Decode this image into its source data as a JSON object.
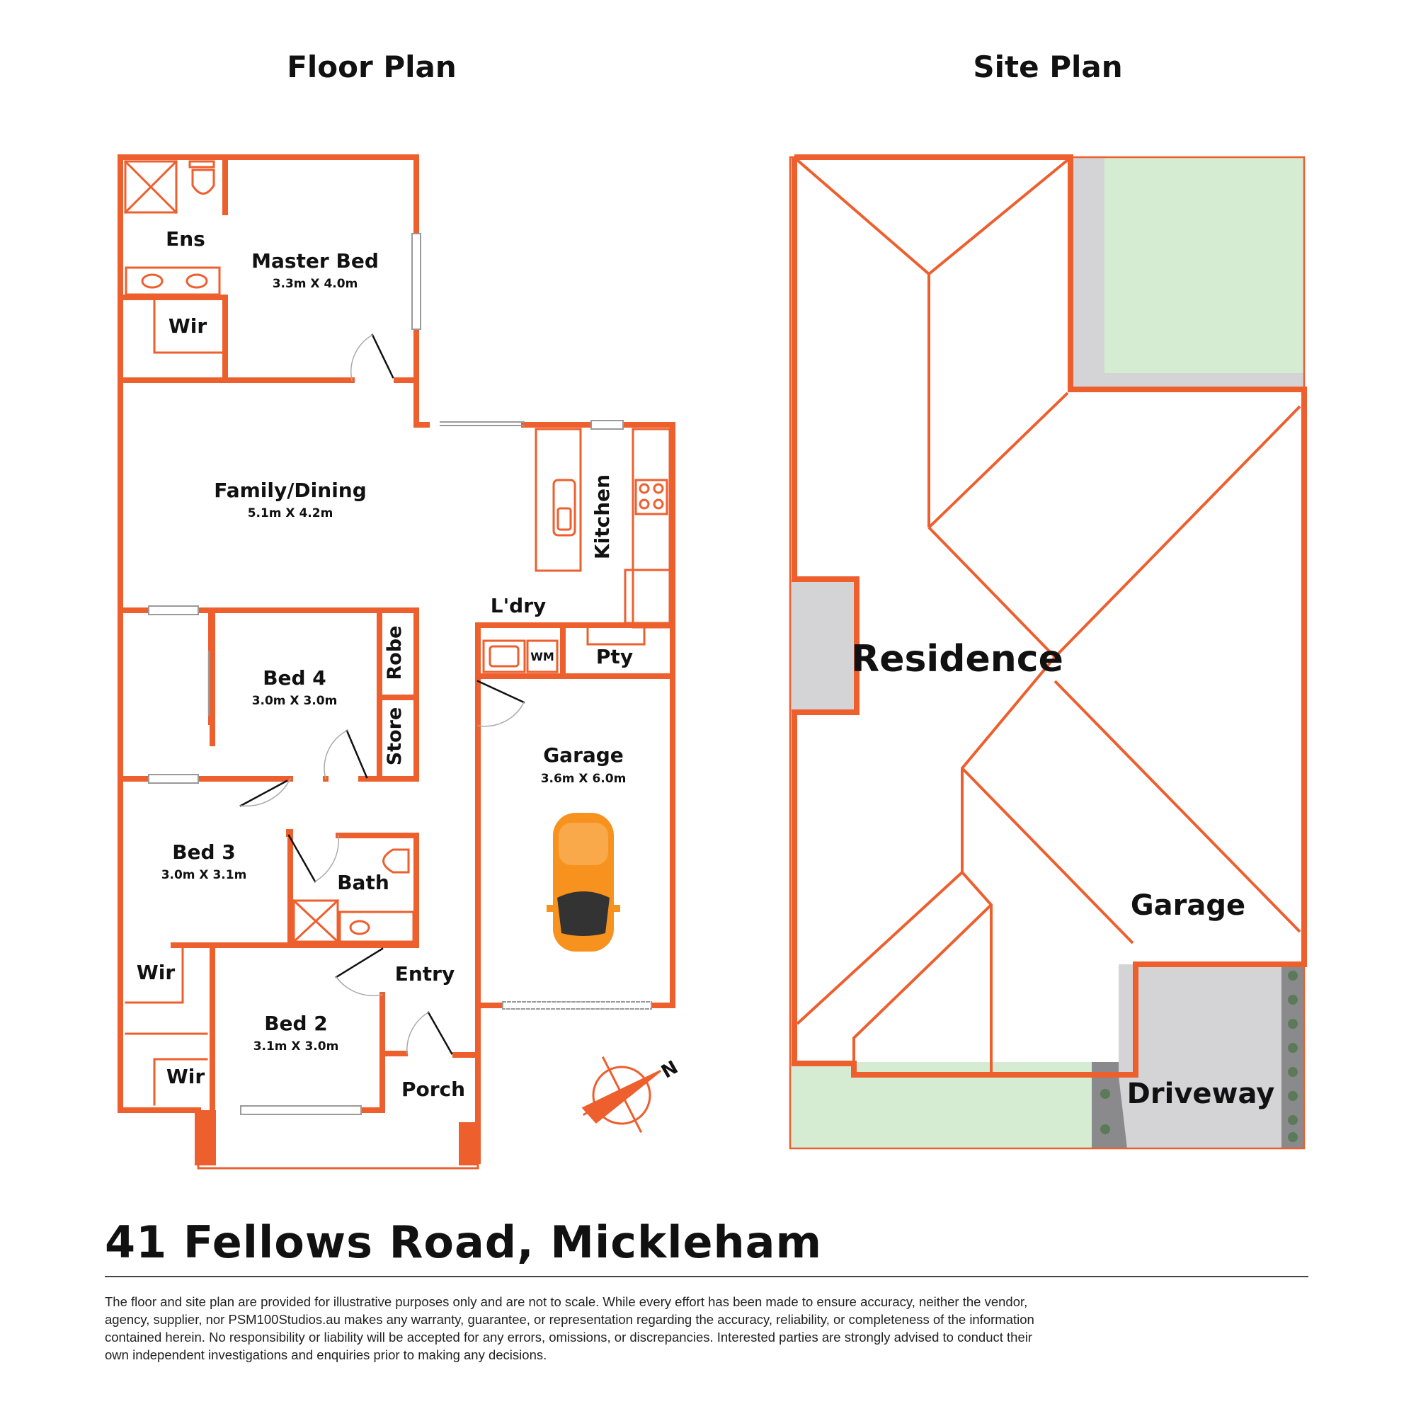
{
  "headings": {
    "floor_plan": "Floor Plan",
    "site_plan": "Site Plan"
  },
  "address": "41 Fellows Road, Mickleham",
  "disclaimer": "The floor and site plan are provided for illustrative purposes only and are not to scale. While every effort has been made to ensure accuracy, neither the vendor, agency, supplier, nor PSM100Studios.au makes any warranty, guarantee, or representation regarding the accuracy, reliability, or completeness of the information contained herein. No responsibility or liability will be accepted for any errors, omissions, or discrepancies. Interested parties are strongly advised to conduct their own independent investigations and enquiries prior to making any decisions.",
  "rooms": {
    "ens": "Ens",
    "master_bed": "Master Bed",
    "master_bed_dim": "3.3m X 4.0m",
    "wir_master": "Wir",
    "family_dining": "Family/Dining",
    "family_dining_dim": "5.1m X 4.2m",
    "kitchen": "Kitchen",
    "laundry": "L'dry",
    "wm": "WM",
    "pantry": "Pty",
    "bed4": "Bed 4",
    "bed4_dim": "3.0m X 3.0m",
    "robe": "Robe",
    "store": "Store",
    "garage": "Garage",
    "garage_dim": "3.6m X 6.0m",
    "bed3": "Bed 3",
    "bed3_dim": "3.0m X 3.1m",
    "bath": "Bath",
    "wir_bed3": "Wir",
    "entry": "Entry",
    "bed2": "Bed 2",
    "bed2_dim": "3.1m X 3.0m",
    "wir_bed2": "Wir",
    "porch": "Porch",
    "north": "N"
  },
  "site": {
    "residence": "Residence",
    "garage": "Garage",
    "driveway": "Driveway"
  },
  "colors": {
    "wall": "#ee5f2e",
    "lawn": "#d5ecd2",
    "paving": "#d4d4d6",
    "car": "#f7921e",
    "text": "#111111"
  }
}
